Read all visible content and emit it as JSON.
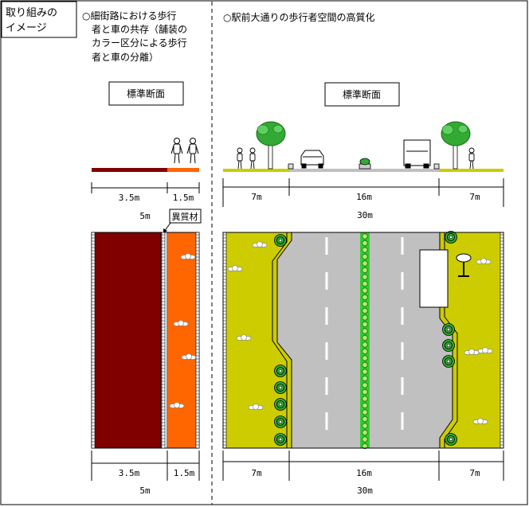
{
  "title_lines": [
    "取り組みの",
    "イメージ"
  ],
  "left": {
    "heading_lines": [
      "○細街路における歩行",
      "者と車の共存（舗装の",
      "カラー区分による歩行",
      "者と車の分離）"
    ],
    "section_label": "標準断面",
    "material_label": "異質材",
    "dims": [
      "3.5m",
      "1.5m"
    ],
    "total": "5m",
    "colors": {
      "road": "#800000",
      "walkway": "#FF6600"
    }
  },
  "right": {
    "heading": "○駅前大通りの歩行者空間の高質化",
    "section_label": "標準断面",
    "dims": [
      "7m",
      "16m",
      "7m"
    ],
    "total": "30m",
    "colors": {
      "sidewalk": "#CCCC00",
      "road": "#C0C0C0",
      "median": "#33CC33",
      "tree": "#33AA33"
    }
  }
}
